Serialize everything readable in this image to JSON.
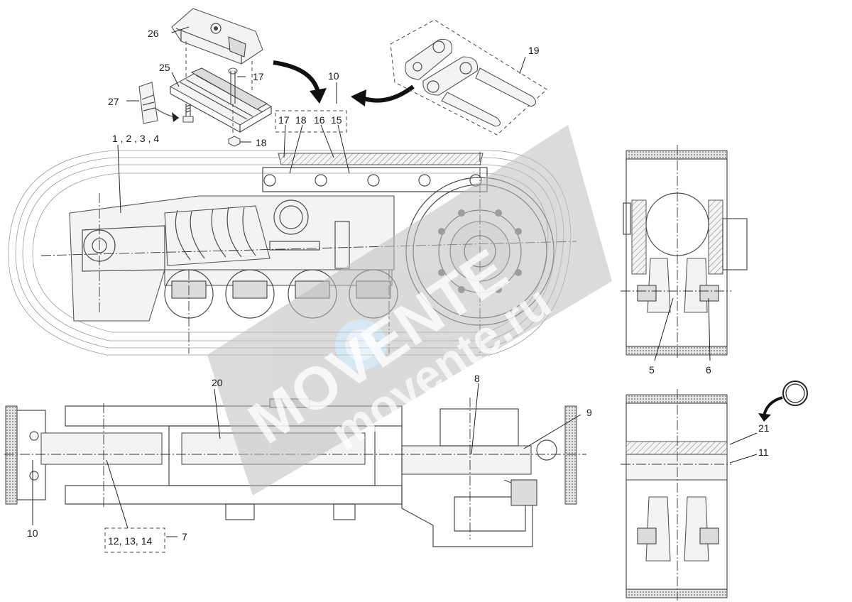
{
  "labels": {
    "l1234": "1 , 2 , 3 , 4",
    "l5": "5",
    "l6": "6",
    "l7": "7",
    "l8": "8",
    "l9": "9",
    "l10a": "10",
    "l10b": "10",
    "l11": "11",
    "l121314": "12, 13, 14",
    "l15": "15",
    "l16": "16",
    "l17a": "17",
    "l17b": "17",
    "l18a": "18",
    "l18b": "18",
    "l19": "19",
    "l20": "20",
    "l21": "21",
    "l25": "25",
    "l26": "26",
    "l27": "27"
  },
  "watermark": {
    "brand": "MOVENTE",
    "domain": "movente.ru"
  }
}
